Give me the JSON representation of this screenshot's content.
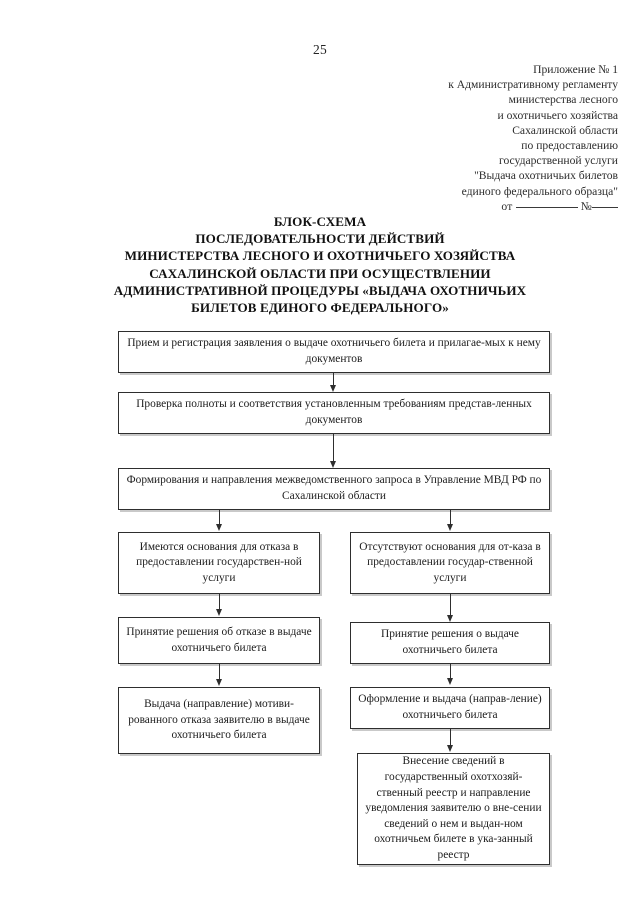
{
  "document": {
    "page_number": "25",
    "appendix": {
      "lines": [
        "Приложение № 1",
        "к Административному регламенту",
        "министерства лесного",
        "и охотничьего хозяйства",
        "Сахалинской области",
        "по предоставлению",
        "государственной услуги",
        "\"Выдача охотничьих билетов",
        "единого федерального образца\""
      ],
      "signature_prefix": "от",
      "signature_number_symbol": "№"
    },
    "heading": {
      "lines": [
        "БЛОК-СХЕМА",
        "ПОСЛЕДОВАТЕЛЬНОСТИ ДЕЙСТВИЙ",
        "МИНИСТЕРСТВА ЛЕСНОГО И ОХОТНИЧЬЕГО ХОЗЯЙСТВА",
        "САХАЛИНСКОЙ ОБЛАСТИ ПРИ ОСУЩЕСТВЛЕНИИ",
        "АДМИНИСТРАТИВНОЙ ПРОЦЕДУРЫ «ВЫДАЧА ОХОТНИЧЬИХ",
        "БИЛЕТОВ ЕДИНОГО ФЕДЕРАЛЬНОГО»"
      ]
    }
  },
  "flowchart": {
    "nodes": {
      "intake": "Прием и регистрация заявления о выдаче охотничьего билета и прилагае-мых к нему документов",
      "verification": "Проверка полноты и соответствия установленным требованиям представ-ленных документов",
      "interagency_request": "Формирования и направления межведомственного запроса в Управление МВД РФ по Сахалинской области",
      "refusal_grounds_present": "Имеются основания для отказа в предоставлении государствен-ной услуги",
      "refusal_grounds_absent": "Отсутствуют основания для от-каза в предоставлении государ-ственной услуги",
      "decision_refuse": "Принятие решения об отказе в выдаче охотничьего билета",
      "decision_issue": "Принятие решения о выдаче охотничьего билета",
      "issue_refusal_notice": "Выдача (направление) мотиви-рованного отказа заявителю в выдаче охотничьего билета",
      "prepare_and_issue": "Оформление и выдача (направ-ление) охотничьего билета",
      "register_entry": "Внесение сведений в государственный охотхозяй-ственный реестр и направление уведомления заявителю  о вне-сении сведений о нем и выдан-ном охотничьем билете в ука-занный реестр"
    }
  },
  "colors": {
    "page_background": "#ffffff",
    "text": "#1c1c1c",
    "node_border": "#2e2e2e",
    "connector": "#2e2e2e"
  }
}
